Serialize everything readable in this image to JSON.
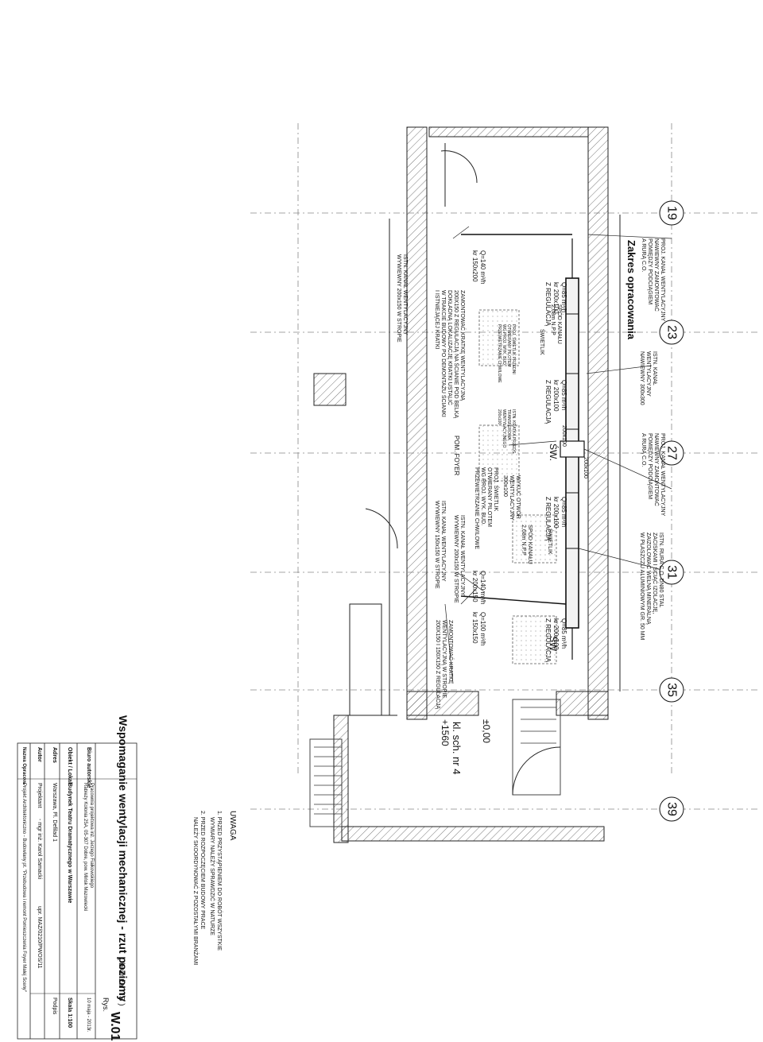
{
  "axes": [
    "19",
    "23",
    "27",
    "31",
    "35",
    "39"
  ],
  "zakres": "Zakres opracowania",
  "sw_labels": [
    "ŚW.",
    "ŚW."
  ],
  "swietlik": [
    "ŚWIETLIK",
    "ŚWIETLIK"
  ],
  "pom_foyer": "POM. FOYER",
  "kl_sch": "kl. sch. nr 4",
  "level_zero": "±0,00",
  "level_upper": "+1560",
  "dims": [
    "200x100",
    "200x100"
  ],
  "notes_top": [
    [
      "PROJ. KANAŁ WENTYLACYJNY",
      "NAWIEWNY ZAMONTOWAĆ",
      "POMIĘDZY PODCIĄGIEM",
      "A RURĄ C.O."
    ],
    [
      "ISTN. KANAŁ",
      "WENTYLACYJNY",
      "NAWIEWNY 300x300"
    ],
    [
      "PROJ. KANAŁ WENTYLACYJNY",
      "NAWIEWNY ZAMONTOWAĆ",
      "POMIĘDZY PODCIĄGIEM",
      "A RURĄ C.O."
    ],
    [
      "ISTN. RURA C.O. DN80 STAL",
      "ZACISKAMI I ŚCIĄĆ IZOLACJĘ,",
      "ZAIZOLOWAĆ WEŁNĄ MINERALNĄ",
      "W PŁASZCZU ALUMINIOWYM GR. 50 MM"
    ]
  ],
  "flows": [
    [
      "Q=85 m³/h",
      "kr 200x100",
      "Z REGULACJĄ"
    ],
    [
      "Q=85 m³/h",
      "kr 200x100",
      "Z REGULACJĄ"
    ],
    [
      "Q=85 m³/h",
      "kr 200x100",
      "Z REGULACJĄ"
    ],
    [
      "Q=85 m³/h",
      "kr 200x100",
      "Z REGULACJĄ"
    ],
    [
      "Q=140 m³/h",
      "kr 200x150"
    ],
    [
      "Q=100 m³/h",
      "kr 150x150"
    ],
    [
      "Q=140 m³/h",
      "kr 150x200"
    ]
  ],
  "spod": [
    [
      "SPÓD KANAŁU",
      "2,68m N.P.P"
    ],
    [
      "SPÓD KANAŁU",
      "2,68m N.P.P"
    ]
  ],
  "mid_notes": {
    "wykuc": [
      "WYKUĆ OTWÓR",
      "WENTYLACYJNY",
      "300x100"
    ],
    "swietlik_note": [
      "PROJ. ŚWIETLIK",
      "OTWIERANY PILOTEM",
      "WG PROJ. WYK. BUD.",
      "PRZEWIETRZANIE CHWILOWE"
    ],
    "istn1": [
      "ISTN. KANAŁ WENTYLACYJNY",
      "WYWIEWNY 200x150 W STROPIE"
    ],
    "istn2": [
      "ISTN. KANAŁ WENTYLACYJNY",
      "WYWIEWNY 150x150 W STROPIE"
    ],
    "istn3": [
      "ISTN. KANAŁ WENTYLACYJNY",
      "WYWIEWNY 200x150 W STROPIE"
    ],
    "zamontowac1": [
      "ZAMONTOWAĆ KRATKĘ WENTYLACYJNĄ",
      "200X150 Z REGULACJĄ NA ŚCIANIE POD BELKĄ",
      "DOKŁADNĄ LOKALIZACJĘ KRATKI USTALIĆ",
      "W TRAKCIE BUDOWY PO DEMONTAŻU ŚCIANKI",
      "I ISTNIEJĄCEJ KRATKI"
    ],
    "zamontowac2": [
      "ZAMONTOWAĆ KRATKĘ",
      "WENTYLACYJNĄ W STROPIE",
      "200X150 I 150X150 Z REGULACJĄ"
    ],
    "small1": [
      "PROJ. ŚWIETLIK PRZEDNI",
      "OTWIERANY PILOTEM",
      "WG PROJ. WYK. BUD.",
      "PRZEWIETRZANIE CHWILOWE"
    ],
    "small2": [
      "ISTN. KRATKA PRZEDS.",
      "TRANSFEROWA",
      "WENTYLACYJNEGO",
      "200x100"
    ]
  },
  "uwaga": {
    "title": "UWAGA",
    "items": [
      "1. PRZED PRZYSTĄPIENIEM DO ROBÓT WSZYSTKIE",
      "WYMIARY NALEŻY SPRAWDZIĆ W NATURZE",
      "2. PRZED ROZPOCZĘCIEM BUDOWY PRACE",
      "NALEŻY SKOORDYNOWAĆ Z POZOSTAŁYMI BRANŻAMI"
    ]
  },
  "title_block": {
    "title": "Wspomaganie wentylacji mechanicznej - rzut poziomy",
    "branza": "( branża : IS )",
    "rys_label": "Rys.",
    "rys_no": "W.01",
    "biuro_label": "Biuro autorskie",
    "biuro_line1": "Pracownia projektowa inż. Jerzego Fiałkowskiego",
    "biuro_line2": "Rabieży Kolonia 25A, 05-307 Dobre, pow. Mińsk Mazowiecki",
    "date": "10 maja - 2013r.",
    "obiekt_label": "Obiekt / Lokal",
    "obiekt": "Budynek Teatru Dramatycznego w Warszawie",
    "skala": "Skala 1:100",
    "adres_label": "Adres",
    "adres": "Warszawa, Pl. Defilad 1",
    "autor_label": "Autor",
    "projektant": "Projektant",
    "autor": "- mgr inż. Karol Samacki",
    "upr": "upr. MAZ/0210/PWOS/11",
    "podpis": "Podpis",
    "nazwa_label": "Nazwa Opracow.",
    "nazwa": "Projekt Architektoniczno - Budowlany pt. \"Przebudowa i remont Pomieszczenia Foyer Małej Sceny\""
  }
}
